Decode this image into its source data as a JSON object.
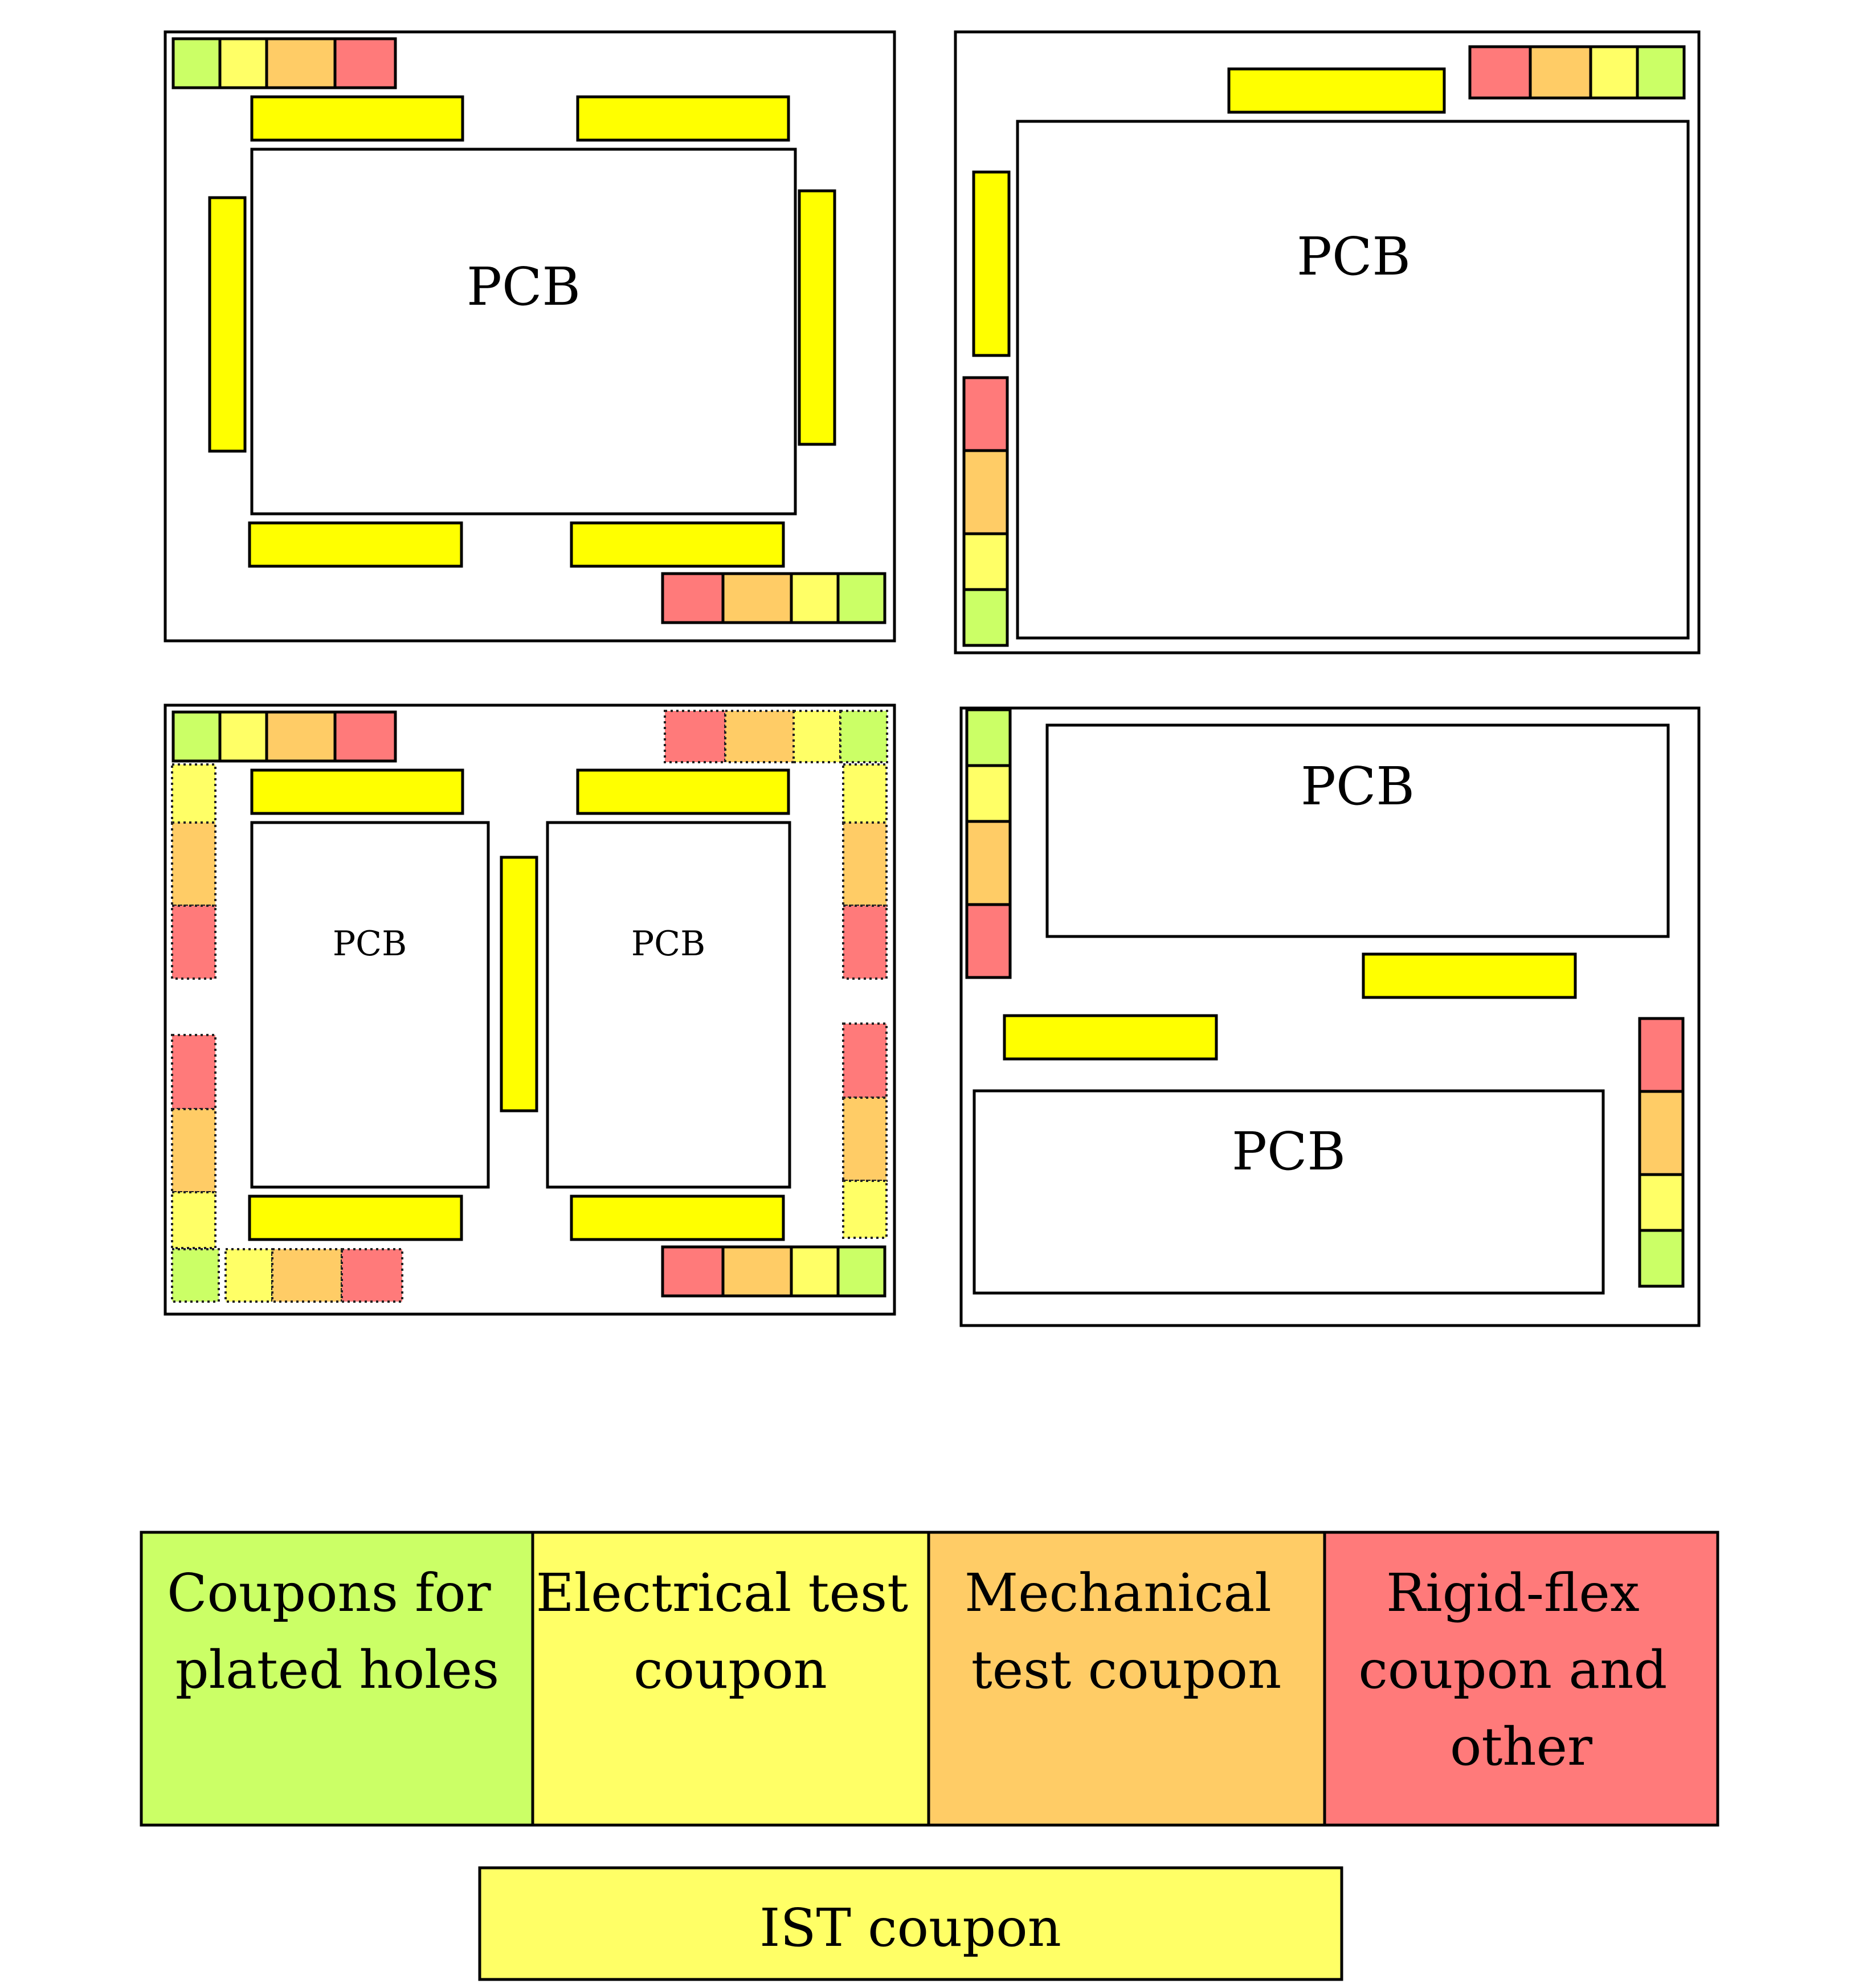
{
  "pcb_label": "PCB",
  "colors": {
    "plated": "#cbff66",
    "electrical": "#ffff66",
    "mechanical": "#ffcc66",
    "rigidflex": "#ff7a7a",
    "ist": "#ffff00",
    "ist_legend": "#ffff66"
  },
  "legend": [
    {
      "key": "plated",
      "lines": [
        "Coupons for",
        "plated holes"
      ]
    },
    {
      "key": "electrical",
      "lines": [
        "Electrical test",
        "coupon"
      ]
    },
    {
      "key": "mechanical",
      "lines": [
        "Mechanical",
        "test coupon"
      ]
    },
    {
      "key": "rigidflex",
      "lines": [
        "Rigid-flex",
        "coupon and",
        "other"
      ]
    }
  ],
  "ist_legend": {
    "label": "IST coupon"
  }
}
